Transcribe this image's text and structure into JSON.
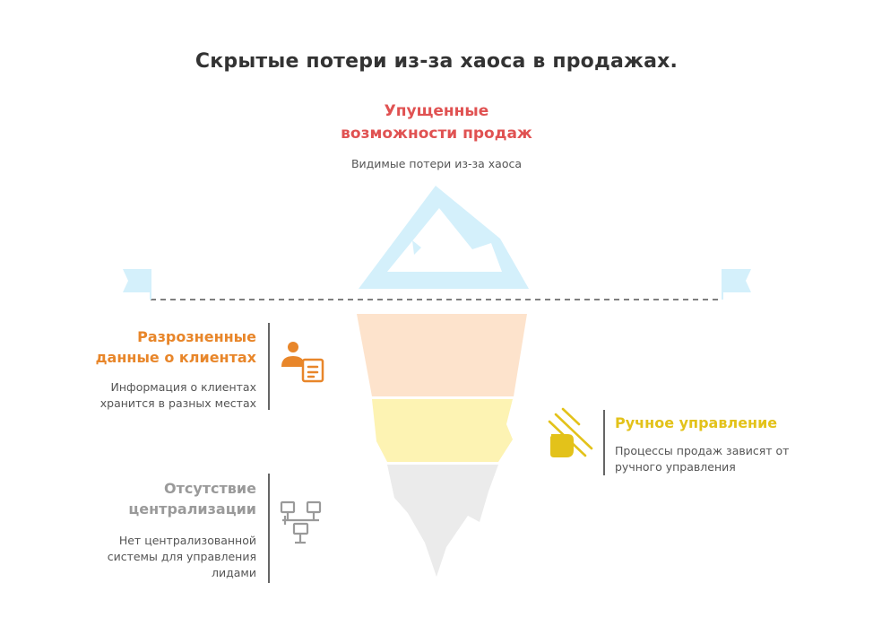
{
  "title": "Скрытые потери из-за хаоса в продажах.",
  "top": {
    "heading_line1": "Упущенные",
    "heading_line2": "возможности продаж",
    "description": "Видимые потери из-за хаоса"
  },
  "blocks": {
    "scattered": {
      "title_line1": "Разрозненные",
      "title_line2": "данные о клиентах",
      "desc_line1": "Информация о клиентах",
      "desc_line2": "хранится в разных местах"
    },
    "manual": {
      "title": "Ручное управление",
      "desc_line1": "Процессы продаж зависят от",
      "desc_line2": "ручного управления"
    },
    "central": {
      "title_line1": "Отсутствие",
      "title_line2": "централизации",
      "desc_line1": "Нет централизованной",
      "desc_line2": "системы для управления",
      "desc_line3": "лидами"
    }
  },
  "colors": {
    "tip": "#d4f0fb",
    "orange_layer": "#fde3cc",
    "yellow_layer": "#fdf3b3",
    "gray_layer": "#ebebeb",
    "red_heading": "#e05252",
    "orange_heading": "#e8862a",
    "yellow_heading": "#e3c21a",
    "gray_heading": "#9a9a9a"
  },
  "icons": {
    "scattered": "user-document-icon",
    "manual": "hand-pointing-icon",
    "central": "network-nodes-icon"
  }
}
